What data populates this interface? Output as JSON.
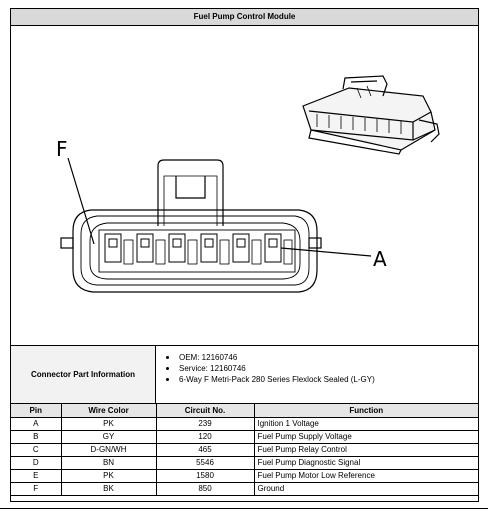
{
  "title": "Fuel Pump Control Module",
  "diagram": {
    "callout_f": "F",
    "callout_a": "A"
  },
  "connector_info": {
    "label": "Connector Part Information",
    "items": [
      "OEM: 12160746",
      "Service: 12160746",
      "6-Way F Metri-Pack 280 Series Flexlock Sealed (L-GY)"
    ]
  },
  "table": {
    "headers": [
      "Pin",
      "Wire Color",
      "Circuit No.",
      "Function"
    ],
    "rows": [
      {
        "pin": "A",
        "color": "PK",
        "circuit": "239",
        "function": "Ignition 1 Voltage"
      },
      {
        "pin": "B",
        "color": "GY",
        "circuit": "120",
        "function": "Fuel Pump Supply Voltage"
      },
      {
        "pin": "C",
        "color": "D-GN/WH",
        "circuit": "465",
        "function": "Fuel Pump Relay Control"
      },
      {
        "pin": "D",
        "color": "BN",
        "circuit": "5546",
        "function": "Fuel Pump Diagnostic Signal"
      },
      {
        "pin": "E",
        "color": "PK",
        "circuit": "1580",
        "function": "Fuel Pump Motor Low Reference"
      },
      {
        "pin": "F",
        "color": "BK",
        "circuit": "850",
        "function": "Ground"
      }
    ]
  }
}
